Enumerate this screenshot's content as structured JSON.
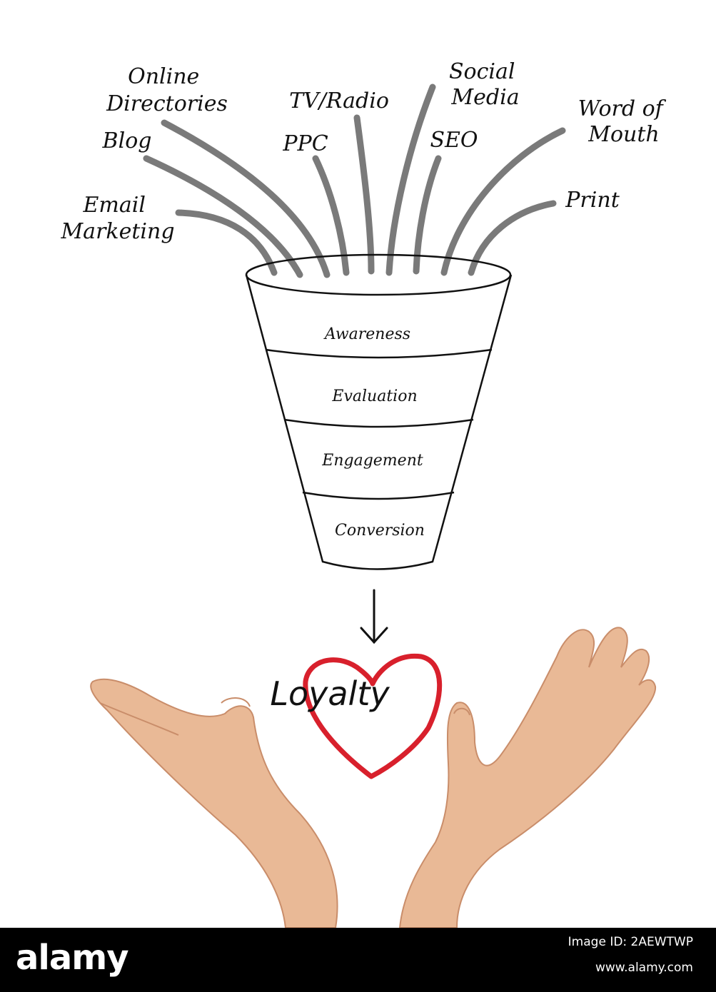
{
  "sources": [
    {
      "id": "email",
      "lines": [
        "Email",
        "Marketing"
      ]
    },
    {
      "id": "blog",
      "lines": [
        "Blog"
      ]
    },
    {
      "id": "online-directories",
      "lines": [
        "Online",
        "Directories"
      ]
    },
    {
      "id": "ppc",
      "lines": [
        "PPC"
      ]
    },
    {
      "id": "tv-radio",
      "lines": [
        "TV/Radio"
      ]
    },
    {
      "id": "social-media",
      "lines": [
        "Social",
        "Media"
      ]
    },
    {
      "id": "seo",
      "lines": [
        "SEO"
      ]
    },
    {
      "id": "word-of-mouth",
      "lines": [
        "Word of",
        "Mouth"
      ]
    },
    {
      "id": "print",
      "lines": [
        "Print"
      ]
    }
  ],
  "funnel": {
    "stages": [
      "Awareness",
      "Evaluation",
      "Engagement",
      "Conversion"
    ]
  },
  "result": {
    "label": "Loyalty"
  },
  "colors": {
    "lines": "#7a7a7a",
    "heart": "#d8202c",
    "skin": "#e8b896",
    "footer_bg": "#000000"
  },
  "footer": {
    "brand": "alamy",
    "image_id": "Image ID: 2AEWTWP",
    "site": "www.alamy.com"
  }
}
